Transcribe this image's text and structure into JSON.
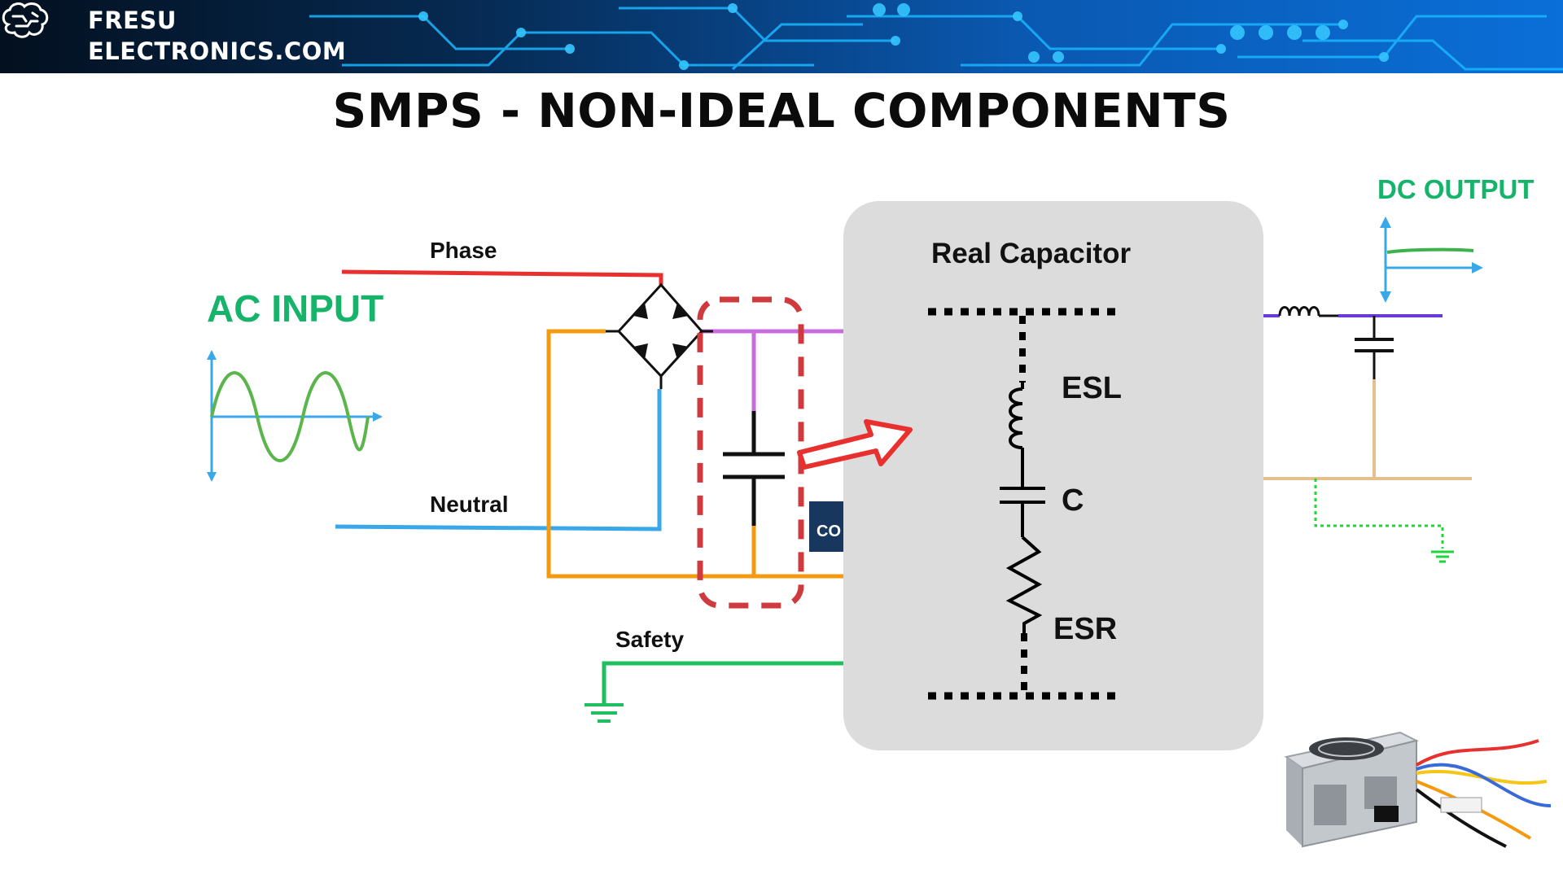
{
  "brand": {
    "line1": "FRESU",
    "line2": "ELECTRONICS.COM"
  },
  "title": "SMPS - NON-IDEAL COMPONENTS",
  "labels": {
    "ac_input": "AC INPUT",
    "dc_output": "DC OUTPUT",
    "phase": "Phase",
    "neutral": "Neutral",
    "safety": "Safety"
  },
  "capacitor_panel": {
    "title": "Real Capacitor",
    "esl": "ESL",
    "c": "C",
    "esr": "ESR"
  },
  "badge_text": "CO",
  "colors": {
    "phase": "#e8312f",
    "neutral": "#3aa8e8",
    "orange": "#f5990f",
    "purple": "#c86ddb",
    "safety": "#1fbf5f",
    "highlight": "#cf3a3f",
    "accent_green": "#16b46a"
  }
}
